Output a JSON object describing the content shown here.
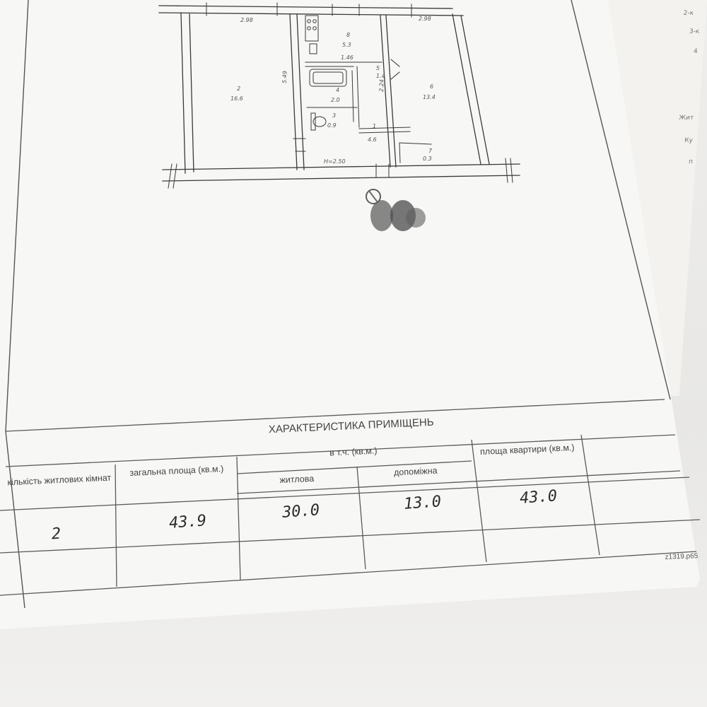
{
  "plan": {
    "dims": {
      "top_left": "2.98",
      "top_right": "2.98",
      "left_height": "5.49",
      "mid_height": "2.24",
      "corridor_top": "1.46",
      "bottom": "H=2.50"
    },
    "rooms": [
      {
        "number": "1",
        "area": "4.6"
      },
      {
        "number": "2",
        "area": "16.6"
      },
      {
        "number": "3",
        "area": "0.9"
      },
      {
        "number": "4",
        "area": "2.0"
      },
      {
        "number": "5",
        "area": "1.4"
      },
      {
        "number": "6",
        "area": "13.4"
      },
      {
        "number": "7",
        "area": "0.3"
      },
      {
        "number": "8",
        "area": "5.3"
      }
    ]
  },
  "section": {
    "title": "ХАРАКТЕРИСТИКА ПРИМІЩЕНЬ"
  },
  "table": {
    "headers": {
      "rooms_count": "кількість житлових кімнат",
      "total_area": "загальна площа (кв.м.)",
      "including": "в т.ч. (кв.м.)",
      "living": "житлова",
      "auxiliary": "допоміжна",
      "apartment_area": "площа квартири (кв.м.)"
    },
    "values": {
      "rooms_count": "2",
      "total_area": "43.9",
      "living": "30.0",
      "auxiliary": "13.0",
      "apartment_area": "43.0"
    }
  },
  "footer": {
    "code": "z1319.p65"
  },
  "side_sheet": {
    "lines": [
      "2-к",
      "3-к",
      "4",
      "Жит",
      "Ку",
      "п"
    ]
  },
  "colors": {
    "ink": "#3a3a3a",
    "paper": "#f7f7f6",
    "handwriting": "#2c2c2c"
  }
}
